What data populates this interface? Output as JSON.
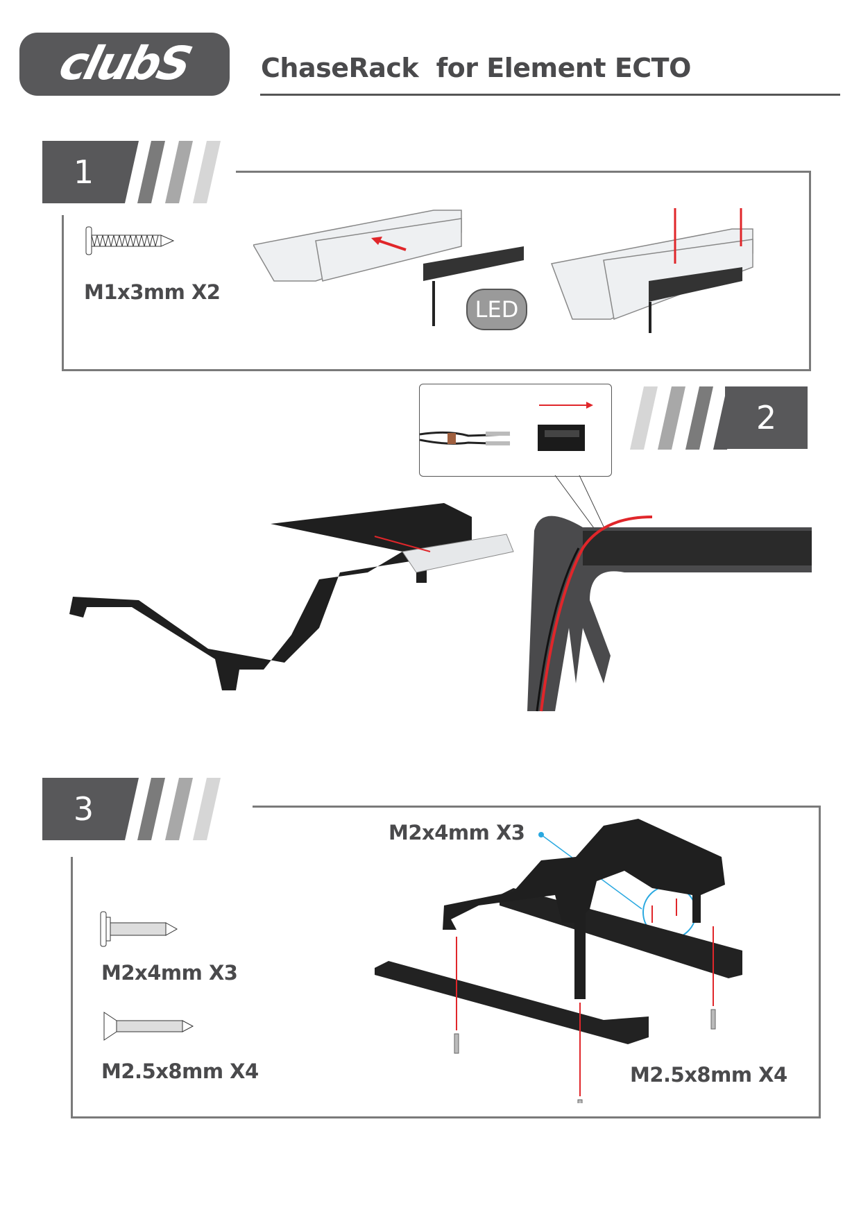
{
  "header": {
    "logo_text": "clubS",
    "title": "ChaseRack  for Element ECTO"
  },
  "steps": [
    {
      "number": "1",
      "screw_label": "M1x3mm X2",
      "led_label": "LED"
    },
    {
      "number": "2"
    },
    {
      "number": "3",
      "screws": [
        {
          "label": "M2x4mm X3"
        },
        {
          "label": "M2.5x8mm X4"
        }
      ],
      "callouts": {
        "top": "M2x4mm X3",
        "bottom": "M2.5x8mm X4"
      }
    }
  ],
  "colors": {
    "badge": "#58585a",
    "arrow": "#e0262a",
    "callout": "#29a8e0"
  }
}
